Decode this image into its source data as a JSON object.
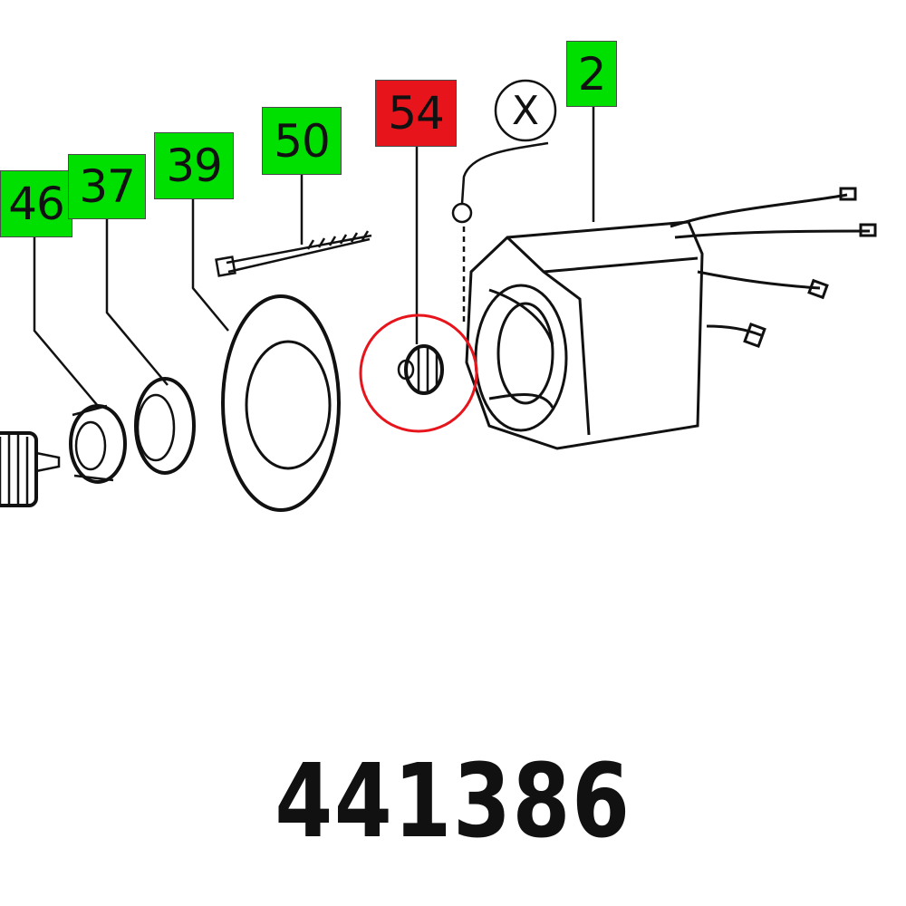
{
  "labels": [
    {
      "id": "46",
      "status": "normal"
    },
    {
      "id": "37",
      "status": "normal"
    },
    {
      "id": "39",
      "status": "normal"
    },
    {
      "id": "50",
      "status": "normal"
    },
    {
      "id": "54",
      "status": "highlighted"
    },
    {
      "id": "2",
      "status": "normal"
    }
  ],
  "ground_marker": "X",
  "part_number": "441386",
  "colors": {
    "label_bg": "#00e000",
    "highlight_bg": "#e8141c",
    "highlight_circle": "#e8141c"
  }
}
